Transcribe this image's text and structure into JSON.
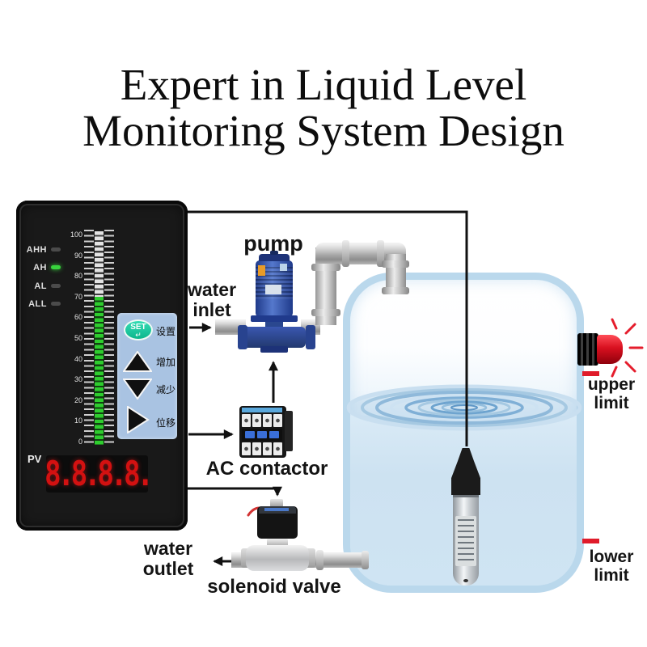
{
  "title": {
    "line1": "Expert in Liquid Level",
    "line2": "Monitoring System Design"
  },
  "controller": {
    "alarm_leds": [
      {
        "label": "AHH",
        "state": "off"
      },
      {
        "label": "AH",
        "state": "on"
      },
      {
        "label": "AL",
        "state": "off"
      },
      {
        "label": "ALL",
        "state": "off"
      }
    ],
    "scale": [
      "100",
      "90",
      "80",
      "70",
      "60",
      "50",
      "40",
      "30",
      "20",
      "10",
      "0"
    ],
    "bar_level_percent": 70,
    "keypad": {
      "set": {
        "label": "SET",
        "symbol": "↵",
        "caption": "设置"
      },
      "up": {
        "caption": "增加"
      },
      "down": {
        "caption": "减少"
      },
      "shift": {
        "caption": "位移"
      }
    },
    "pv": {
      "label": "PV",
      "value": "8.8.8.8."
    }
  },
  "diagram": {
    "pump_label": "pump",
    "water_inlet_line1": "water",
    "water_inlet_line2": "inlet",
    "ac_contactor_label": "AC contactor",
    "water_outlet_line1": "water",
    "water_outlet_line2": "outlet",
    "solenoid_valve_label": "solenoid valve",
    "upper_limit_line1": "upper",
    "upper_limit_line2": "limit",
    "lower_limit_line1": "lower",
    "lower_limit_line2": "limit"
  },
  "colors": {
    "alarm_on_green": "#38d43d",
    "bar_green": "#2ecd2e",
    "keypad_blue": "#a9c3e2",
    "set_button_teal": "#12c49a",
    "seven_segment_red": "#d31111",
    "limit_red": "#e01b2a",
    "tank_border_blue": "#bad8ec",
    "pump_blue": "#2f4da8"
  }
}
